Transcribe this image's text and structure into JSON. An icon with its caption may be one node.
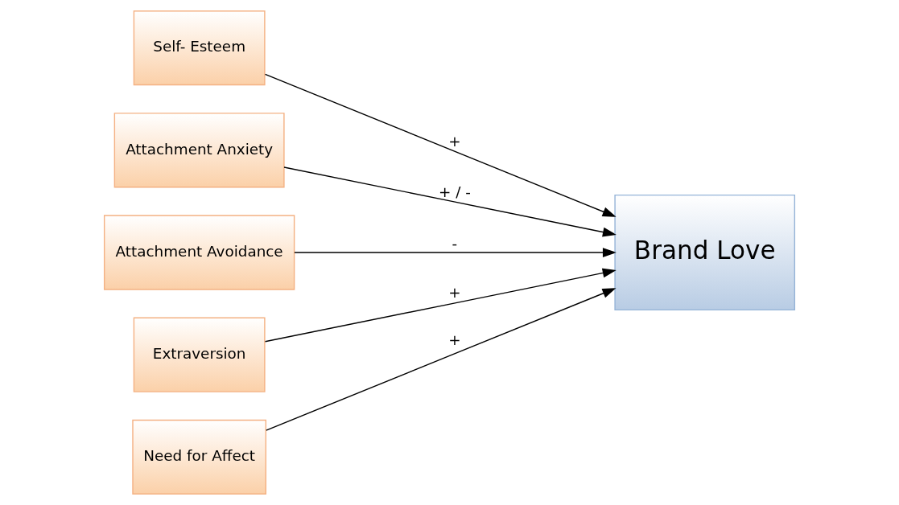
{
  "diagram": {
    "nodes": [
      {
        "text": [
          "Self- Esteem"
        ]
      },
      {
        "text": [
          "Attachment Anxiety"
        ]
      },
      {
        "text": [
          "Attachment Avoidance"
        ]
      },
      {
        "text": [
          "Extraversion"
        ]
      },
      {
        "text": [
          "Need for Affect"
        ]
      },
      {
        "text": [
          "Brand Love"
        ]
      }
    ],
    "edges": [
      {
        "from": 0,
        "to": 5,
        "arrow": "to",
        "label": "+"
      },
      {
        "from": 1,
        "to": 5,
        "arrow": "to",
        "label": "+ / -"
      },
      {
        "from": 2,
        "to": 5,
        "arrow": "to",
        "label": "-"
      },
      {
        "from": 3,
        "to": 5,
        "arrow": "to",
        "label": "+"
      },
      {
        "from": 4,
        "to": 5,
        "arrow": "to",
        "label": "+"
      }
    ]
  }
}
